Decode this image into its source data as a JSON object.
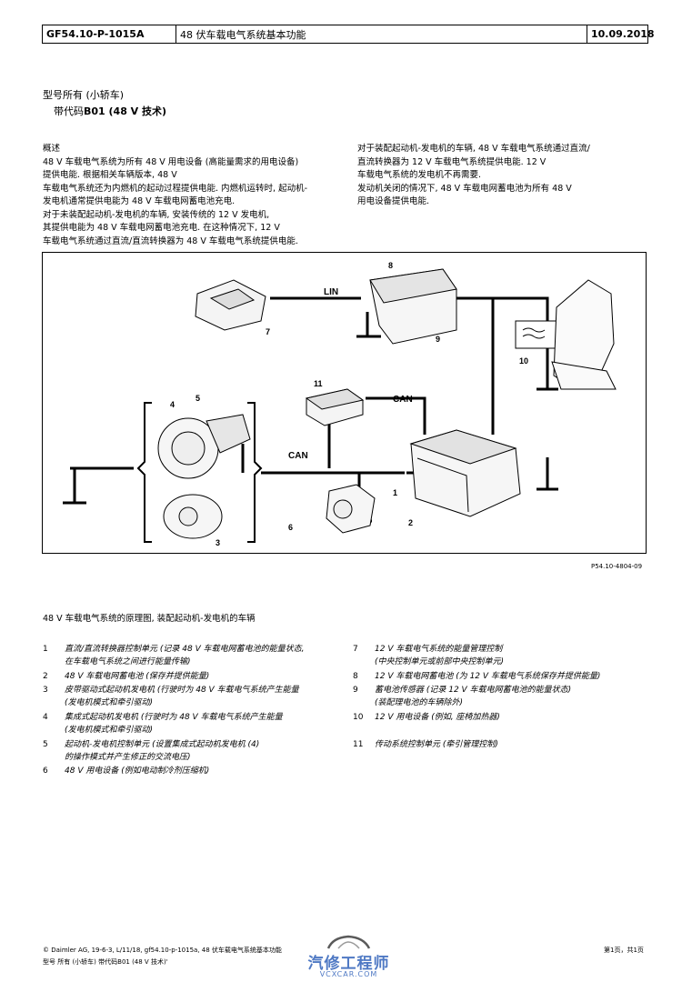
{
  "header": {
    "doc_id": "GF54.10-P-1015A",
    "title": "48 伏车载电气系统基本功能",
    "date": "10.09.2018"
  },
  "model": {
    "line1": "型号所有 (小轿车)",
    "line2_prefix": "带代码",
    "line2_code": "B01 (48 V 技术)"
  },
  "overview": {
    "left": [
      "概述",
      "48 V 车载电气系统为所有 48 V 用电设备 (高能量需求的用电设备)",
      "提供电能. 根据相关车辆版本, 48 V",
      "车载电气系统还为内燃机的起动过程提供电能. 内燃机运转时, 起动机-",
      "发电机通常提供电能为 48 V 车载电网蓄电池充电.",
      " 对于未装配起动机-发电机的车辆, 安装传统的 12 V 发电机,",
      "其提供电能为 48 V 车载电网蓄电池充电. 在这种情况下, 12 V",
      "车载电气系统通过直流/直流转换器为 48 V 车载电气系统提供电能."
    ],
    "right": [
      " 对于装配起动机-发电机的车辆, 48 V 车载电气系统通过直流/",
      "直流转换器为 12 V 车载电气系统提供电能. 12 V",
      "车载电气系统的发电机不再需要.",
      "发动机关闭的情况下, 48 V 车载电网蓄电池为所有 48 V",
      "用电设备提供电能."
    ]
  },
  "figure": {
    "code": "P54.10-4804-09",
    "labels": {
      "lin": "LIN",
      "can1": "CAN",
      "can2": "CAN"
    },
    "callouts": [
      "1",
      "2",
      "3",
      "4",
      "5",
      "6",
      "7",
      "8",
      "9",
      "10",
      "11"
    ]
  },
  "caption": "48 V 车载电气系统的原理图, 装配起动机-发电机的车辆",
  "legend": [
    {
      "n": "1",
      "lines": [
        "直流/直流转换器控制单元 (记录 48 V 车载电网蓄电池的能量状态,",
        "在车载电气系统之间进行能量传输)"
      ]
    },
    {
      "n": "2",
      "lines": [
        "48 V 车载电网蓄电池 (保存并提供能量)"
      ]
    },
    {
      "n": "3",
      "lines": [
        "皮带驱动式起动机发电机 (行驶时为 48 V 车载电气系统产生能量",
        "(发电机模式和牵引驱动)"
      ]
    },
    {
      "n": "4",
      "lines": [
        "集成式起动机发电机 (行驶时为 48 V 车载电气系统产生能量",
        "(发电机模式和牵引驱动)"
      ]
    },
    {
      "n": "5",
      "lines": [
        "起动机-发电机控制单元 (设置集成式起动机发电机 (4)",
        "的操作模式并产生修正的交流电压)"
      ]
    },
    {
      "n": "6",
      "lines": [
        "48 V 用电设备 (例如电动制冷剂压缩机)"
      ]
    },
    {
      "n": "7",
      "lines": [
        "12 V 车载电气系统的能量管理控制",
        "(中央控制单元或前部中央控制单元)"
      ]
    },
    {
      "n": "8",
      "lines": [
        "12 V 车载电网蓄电池 (为 12 V 车载电气系统保存并提供能量)"
      ]
    },
    {
      "n": "9",
      "lines": [
        "蓄电池传感器 (记录 12 V 车载电网蓄电池的能量状态)",
        "(装配理电池的车辆除外)"
      ]
    },
    {
      "n": "10",
      "lines": [
        "12 V 用电设备 (例如, 座椅加热器)"
      ]
    },
    {
      "n": "11",
      "lines": [
        "传动系统控制单元 (牵引管理控制)"
      ]
    }
  ],
  "footer": {
    "line1": "© Daimler AG,  19-6-3,  L/11/18, gf54.10-p-1015a, 48 伏车载电气系统基本功能",
    "line2": "型号 所有 (小轿车) 带代码B01 (48 V 技术)'",
    "page": "第1页，共1页"
  },
  "watermark": {
    "text": "汽修工程师",
    "sub": "VCXCAR.COM"
  }
}
